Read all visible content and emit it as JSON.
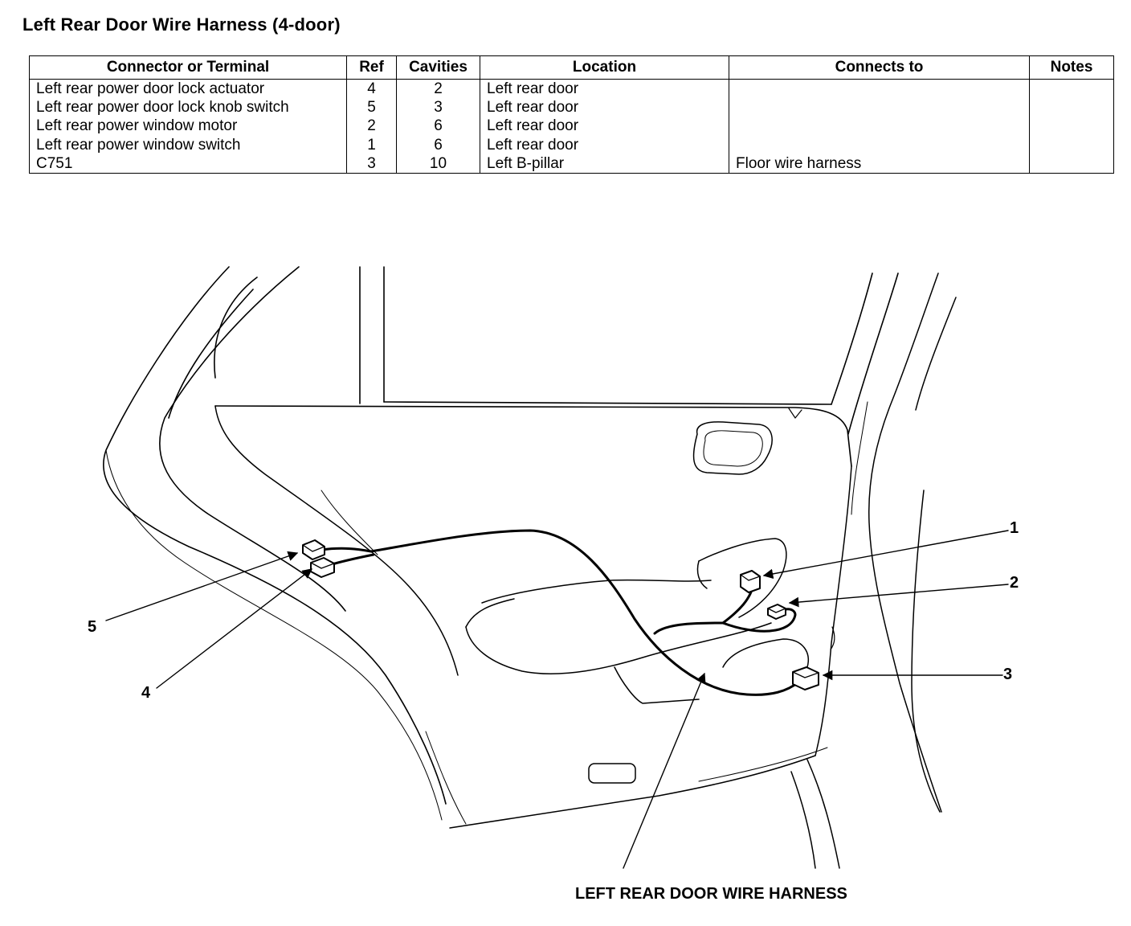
{
  "title": "Left Rear Door Wire Harness (4-door)",
  "table": {
    "headers": [
      "Connector or Terminal",
      "Ref",
      "Cavities",
      "Location",
      "Connects to",
      "Notes"
    ],
    "rows": [
      {
        "connector": "Left rear power door lock actuator",
        "ref": "4",
        "cavities": "2",
        "location": "Left rear door",
        "connects_to": "",
        "notes": ""
      },
      {
        "connector": "Left rear power door lock knob switch",
        "ref": "5",
        "cavities": "3",
        "location": "Left rear door",
        "connects_to": "",
        "notes": ""
      },
      {
        "connector": "Left rear power window motor",
        "ref": "2",
        "cavities": "6",
        "location": "Left rear door",
        "connects_to": "",
        "notes": ""
      },
      {
        "connector": "Left rear power window switch",
        "ref": "1",
        "cavities": "6",
        "location": "Left rear door",
        "connects_to": "",
        "notes": ""
      },
      {
        "connector": "C751",
        "ref": "3",
        "cavities": "10",
        "location": "Left B-pillar",
        "connects_to": "Floor wire harness",
        "notes": ""
      }
    ]
  },
  "diagram": {
    "callouts": [
      "1",
      "2",
      "3",
      "4",
      "5"
    ],
    "caption": "LEFT REAR DOOR WIRE HARNESS"
  }
}
